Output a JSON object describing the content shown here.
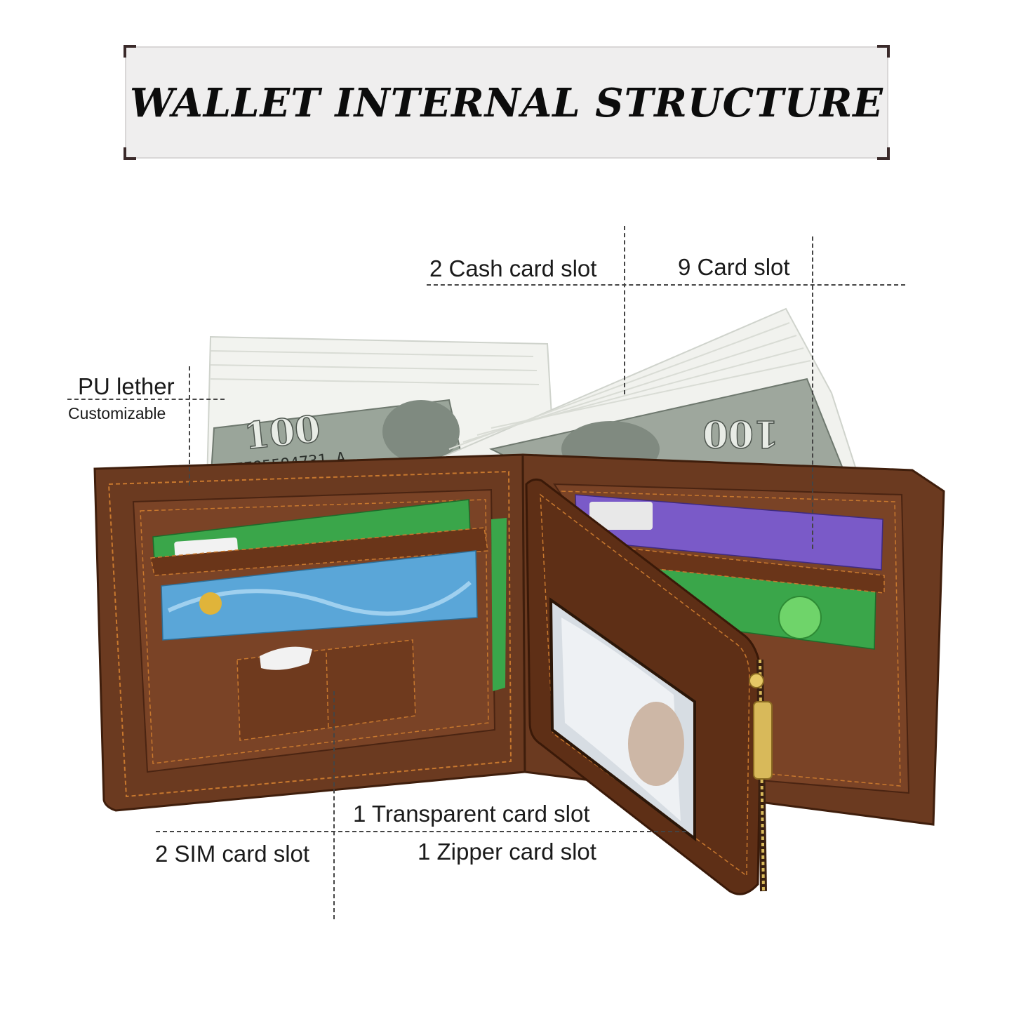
{
  "title": "WALLET INTERNAL STRUCTURE",
  "labels": {
    "cash_slot": "2 Cash card slot",
    "card_slot": "9 Card slot",
    "pu_leather": "PU lether",
    "customizable": "Customizable",
    "transparent_slot": "1 Transparent card slot",
    "sim_slot": "2 SIM card slot",
    "zipper_slot": "1 Zipper card slot"
  },
  "banknote": {
    "denomination": "100",
    "serial": "FE85594731 A"
  },
  "colors": {
    "leather": "#6b3a20",
    "leather_dark": "#4a2412",
    "stitch": "#c8782e",
    "banner_bg": "#efeeee",
    "card_green": "#3aa64a",
    "card_blue": "#5aa6d8",
    "card_purple": "#7a5ac8"
  }
}
